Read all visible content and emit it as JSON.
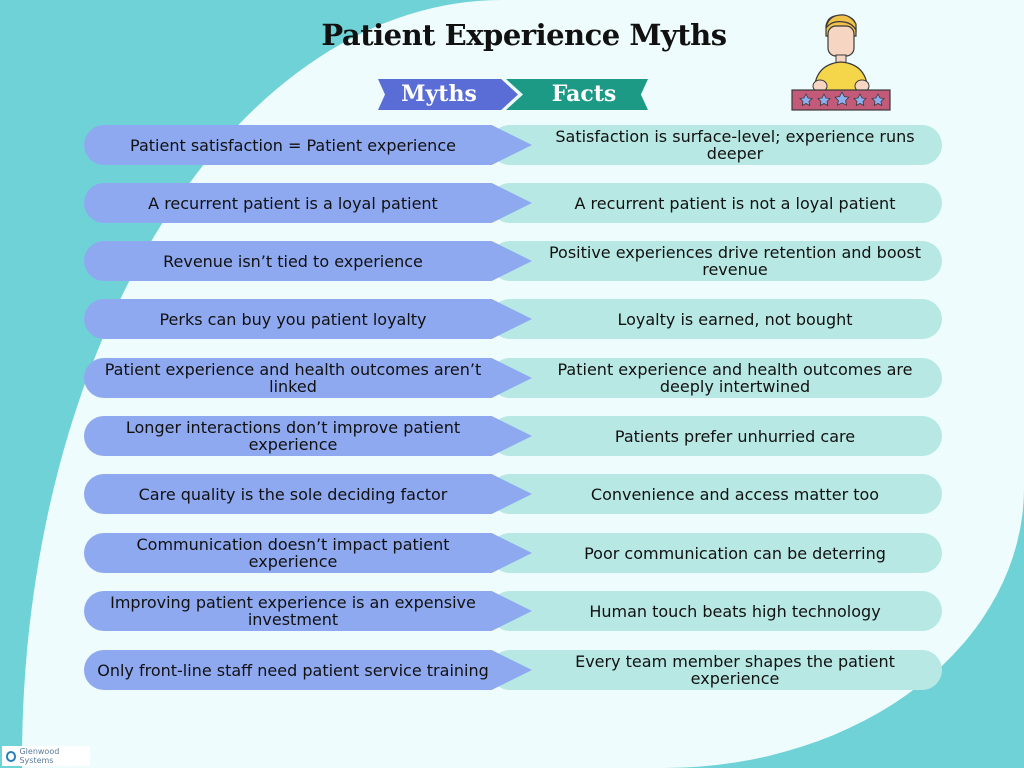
{
  "title": "Patient Experience Myths",
  "headers": {
    "myths": "Myths",
    "facts": "Facts"
  },
  "colors": {
    "background_teal": "#6fd2d6",
    "panel": "#eefcfd",
    "myth_arrow": "#8fa9f1",
    "fact_pill": "#b7e8e3",
    "myths_header": "#5a6cd6",
    "facts_header": "#1d9a86"
  },
  "rows": [
    {
      "myth": "Patient satisfaction = Patient experience",
      "fact": "Satisfaction is surface-level; experience runs deeper"
    },
    {
      "myth": "A recurrent patient is a loyal patient",
      "fact": "A recurrent patient is not a loyal patient"
    },
    {
      "myth": "Revenue isn’t tied to experience",
      "fact": "Positive experiences drive retention and boost revenue"
    },
    {
      "myth": "Perks can buy you patient loyalty",
      "fact": "Loyalty is earned, not bought"
    },
    {
      "myth": "Patient experience and health outcomes aren’t linked",
      "fact": "Patient experience and health outcomes are deeply intertwined"
    },
    {
      "myth": "Longer interactions don’t improve patient experience",
      "fact": "Patients prefer unhurried care"
    },
    {
      "myth": "Care quality is the sole deciding factor",
      "fact": "Convenience and access matter too"
    },
    {
      "myth": "Communication doesn’t impact patient experience",
      "fact": "Poor communication can be deterring"
    },
    {
      "myth": "Improving patient experience is an expensive investment",
      "fact": "Human touch beats high technology"
    },
    {
      "myth": "Only front-line staff need patient service training",
      "fact": "Every team member shapes the patient experience"
    }
  ],
  "logo": {
    "text": "Glenwood Systems",
    "icon": "glenwood-logo-icon"
  },
  "illustration": {
    "icon": "person-five-star-rating-icon"
  }
}
